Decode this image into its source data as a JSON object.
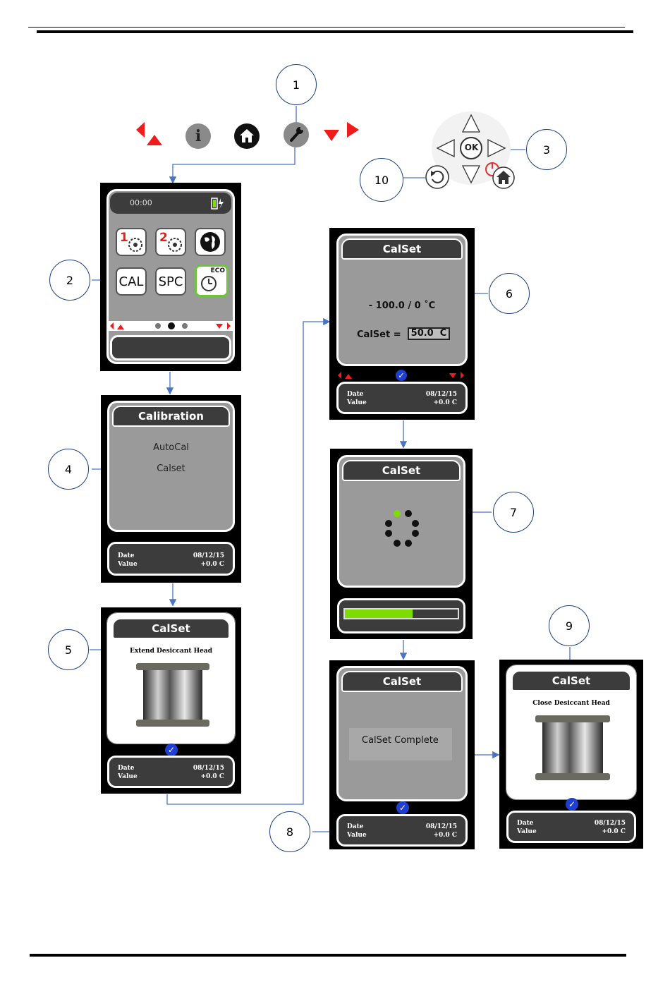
{
  "callouts": [
    "1",
    "2",
    "3",
    "4",
    "5",
    "6",
    "7",
    "8",
    "9",
    "10"
  ],
  "nav_icons": [
    "left-up-arrow-icon",
    "info-icon",
    "home-icon",
    "wrench-icon",
    "down-right-arrow-icon"
  ],
  "keypad": {
    "ok_label": "OK"
  },
  "home_screen": {
    "time": "00:00",
    "apps": [
      {
        "label": "1",
        "icon": "settings-1-icon"
      },
      {
        "label": "2",
        "icon": "settings-2-icon"
      },
      {
        "label": "",
        "icon": "globe-icon"
      },
      {
        "label": "CAL",
        "icon": "cal-icon"
      },
      {
        "label": "SPC",
        "icon": "spc-icon"
      },
      {
        "label": "ECO",
        "icon": "eco-timer-icon"
      }
    ]
  },
  "calibration_screen": {
    "title": "Calibration",
    "items": [
      "AutoCal",
      "Calset"
    ]
  },
  "footer": {
    "date_label": "Date",
    "value_label": "Value",
    "date": "08/12/15",
    "value": "+0.0 C"
  },
  "calset_extend": {
    "title": "CalSet",
    "text": "Extend Desiccant Head"
  },
  "calset_value": {
    "title": "CalSet",
    "range": "- 100.0 / 0 ˚C",
    "label": "CalSet =",
    "value": "50.0  C"
  },
  "calset_progress": {
    "title": "CalSet",
    "progress": 0.6,
    "colors": {
      "active": "#7fdc00",
      "bar": "#7fdc00"
    }
  },
  "calset_complete": {
    "title": "CalSet",
    "text": "CalSet Complete"
  },
  "calset_close": {
    "title": "CalSet",
    "text": "Close Desiccant Head"
  }
}
